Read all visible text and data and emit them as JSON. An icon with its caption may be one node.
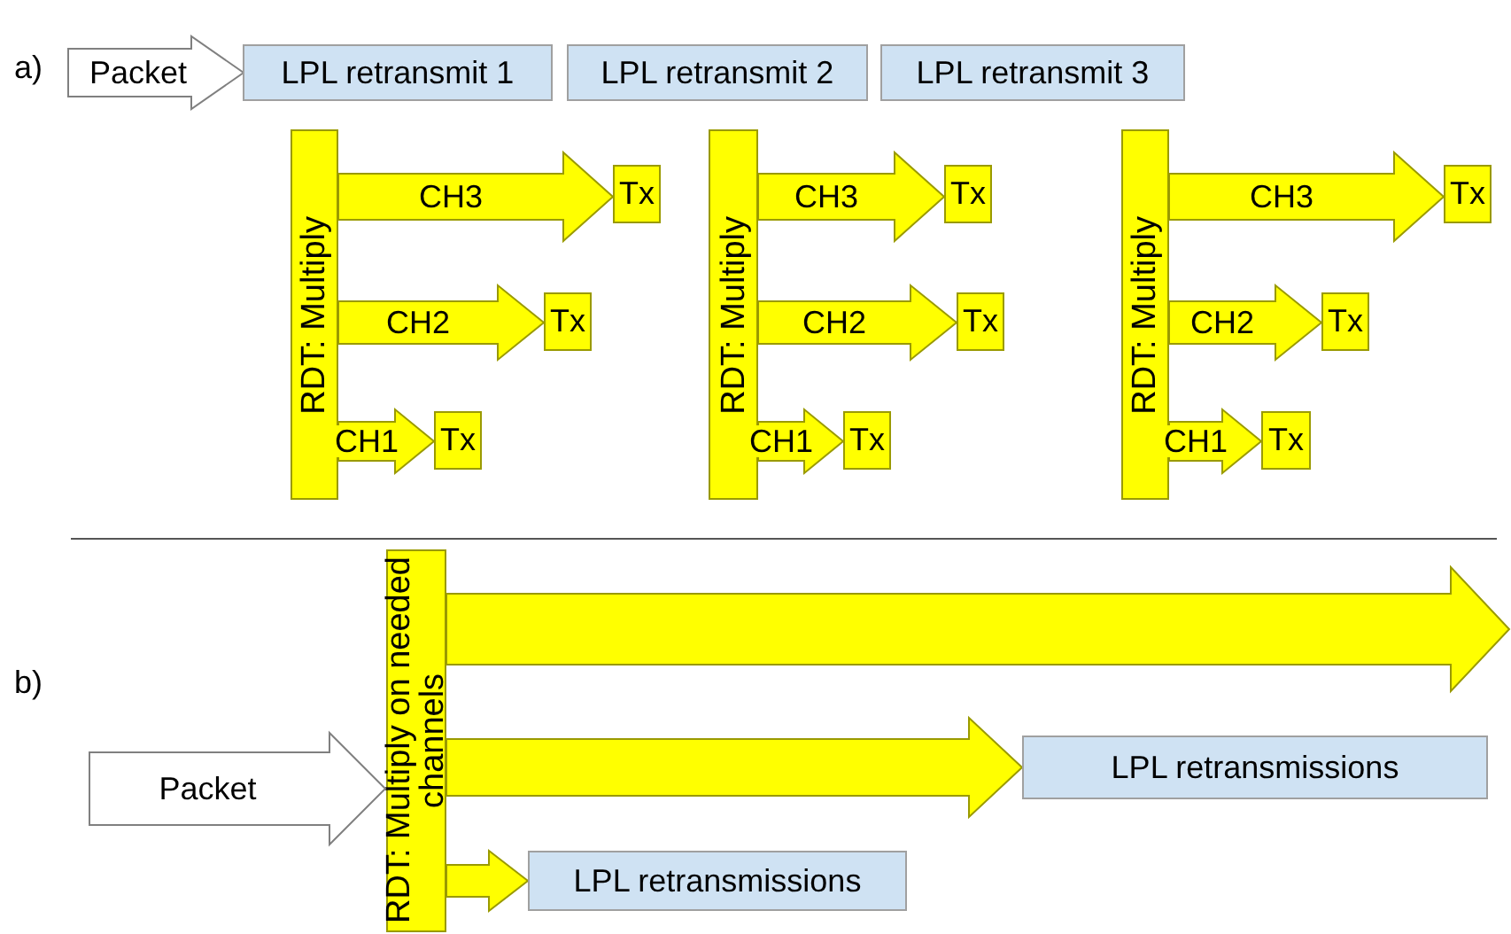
{
  "diagram": {
    "nodes": [
      {
        "text": [
          "Packet"
        ]
      },
      {
        "text": [
          "LPL retransmit 1"
        ]
      },
      {
        "text": [
          "LPL retransmit 2"
        ]
      },
      {
        "text": [
          "LPL retransmit 3"
        ]
      },
      {
        "text": [
          "RDT: Multiply"
        ]
      },
      {
        "text": [
          "Tx"
        ]
      },
      {
        "text": [
          "Tx"
        ]
      },
      {
        "text": [
          "Tx"
        ]
      },
      {
        "text": [
          "RDT: Multiply"
        ]
      },
      {
        "text": [
          "Tx"
        ]
      },
      {
        "text": [
          "Tx"
        ]
      },
      {
        "text": [
          "Tx"
        ]
      },
      {
        "text": [
          "RDT: Multiply"
        ]
      },
      {
        "text": [
          "Tx"
        ]
      },
      {
        "text": [
          "Tx"
        ]
      },
      {
        "text": [
          "Tx"
        ]
      },
      {
        "text": [
          "RDT: Multiply on needed channels"
        ]
      },
      {
        "text": [
          "Packet"
        ]
      },
      {
        "text": [
          "LPL retransmissions"
        ]
      },
      {
        "text": [
          "LPL retransmissions"
        ]
      }
    ],
    "edges": [
      {
        "from": 4,
        "to": 5,
        "arrow": "to",
        "label": "CH3"
      },
      {
        "from": 4,
        "to": 6,
        "arrow": "to",
        "label": "CH2"
      },
      {
        "from": 4,
        "to": 7,
        "arrow": "to",
        "label": "CH1"
      },
      {
        "from": 8,
        "to": 9,
        "arrow": "to",
        "label": "CH3"
      },
      {
        "from": 8,
        "to": 10,
        "arrow": "to",
        "label": "CH2"
      },
      {
        "from": 8,
        "to": 11,
        "arrow": "to",
        "label": "CH1"
      },
      {
        "from": 12,
        "to": 13,
        "arrow": "to",
        "label": "CH3"
      },
      {
        "from": 12,
        "to": 14,
        "arrow": "to",
        "label": "CH2"
      },
      {
        "from": 12,
        "to": 15,
        "arrow": "to",
        "label": "CH1"
      },
      {
        "from": 16,
        "to": null,
        "arrow": "to"
      },
      {
        "from": 16,
        "to": 18,
        "arrow": "to"
      },
      {
        "from": 16,
        "to": 19,
        "arrow": "to"
      }
    ],
    "labels": [
      "a)",
      "b)"
    ]
  }
}
